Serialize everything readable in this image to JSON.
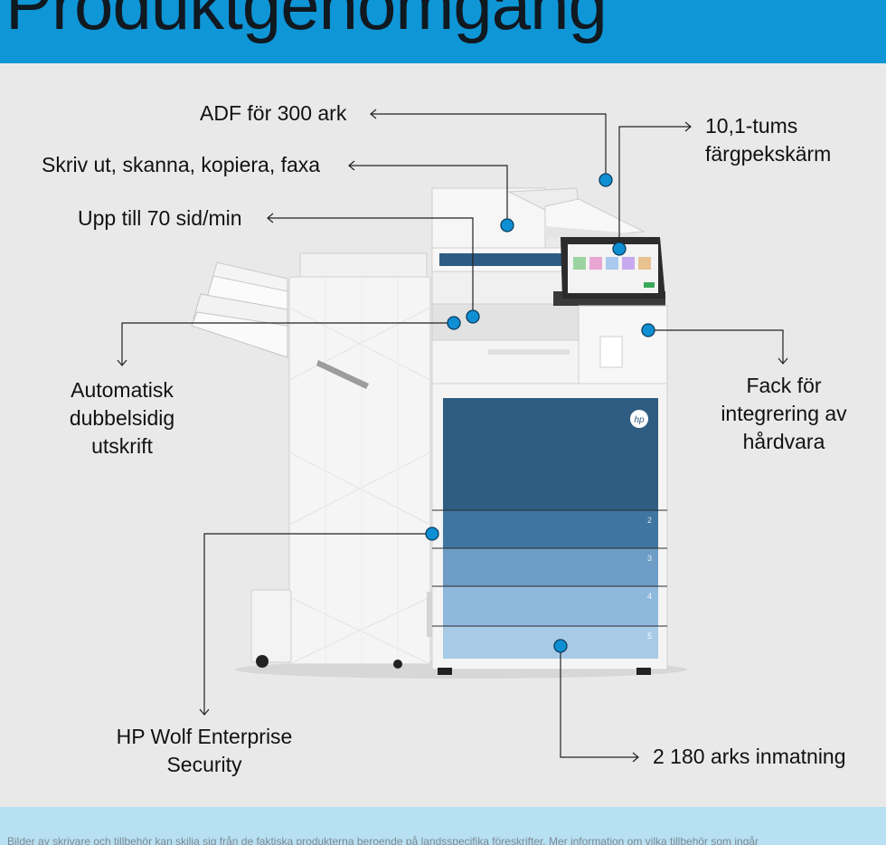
{
  "header": {
    "title": "Produktgenomgång"
  },
  "callouts": {
    "adf": "ADF för 300 ark",
    "print_scan": "Skriv ut, skanna, kopiera, faxa",
    "speed": "Upp till 70 sid/min",
    "screen_line1": "10,1-tums",
    "screen_line2": "färgpekskärm",
    "duplex_line1": "Automatisk",
    "duplex_line2": "dubbelsidig",
    "duplex_line3": "utskrift",
    "hip_line1": "Fack för",
    "hip_line2": "integrering av",
    "hip_line3": "hårdvara",
    "security_line1": "HP Wolf Enterprise",
    "security_line2": "Security",
    "input": "2 180 arks inmatning"
  },
  "printer": {
    "logo_text": "hp",
    "tray_numbers": [
      "2",
      "3",
      "4",
      "5"
    ]
  },
  "footer": {
    "disclaimer": "Bilder av skrivare och tillbehör kan skilja sig från de faktiska produkterna beroende på landsspecifika föreskrifter. Mer information om vilka tillbehör som ingår"
  },
  "colors": {
    "header_bg": "#0f96d6",
    "footer_bg": "#b7e0f3",
    "callout_dot": "#0f8fd3",
    "tray_top": "#2f5d82",
    "tray_bottom": "#a7cbe6"
  }
}
